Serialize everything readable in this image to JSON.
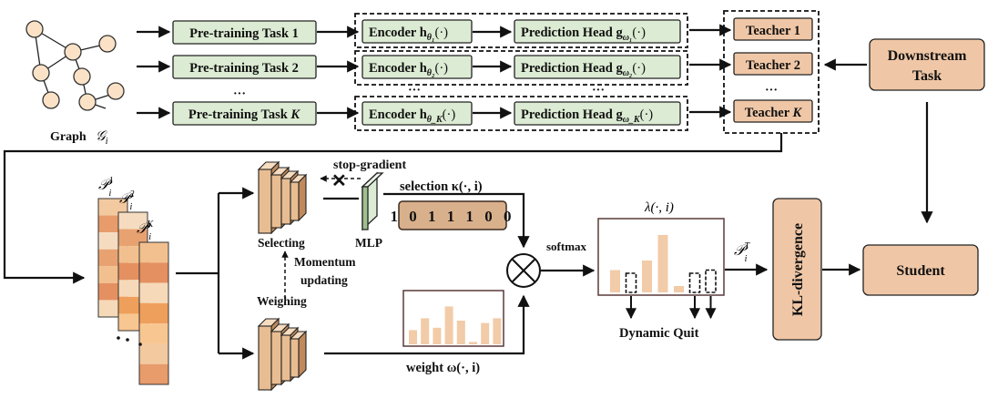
{
  "graph": {
    "label": "Graph",
    "symbol": "𝒢",
    "sub": "i"
  },
  "tasks": [
    {
      "label": "Pre-training Task 1"
    },
    {
      "label": "Pre-training Task 2"
    },
    {
      "label": "Pre-training Task ",
      "italic": "K"
    }
  ],
  "encoders": [
    "Encoder h",
    "Encoder h",
    "Encoder h"
  ],
  "encoder_subs": [
    "θ₁",
    "θ₂",
    "θ_K"
  ],
  "encoder_args": "(·)",
  "heads": [
    "Prediction Head g",
    "Prediction Head g",
    "Prediction Head g"
  ],
  "head_subs": [
    "ω₁",
    "ω₂",
    "ω_K"
  ],
  "teachers": [
    {
      "label": "Teacher 1"
    },
    {
      "label": "Teacher 2"
    },
    {
      "label": "Teacher ",
      "italic": "K"
    }
  ],
  "ellipsis": "···",
  "downstream": {
    "line1": "Downstream",
    "line2": "Task"
  },
  "student": "Student",
  "kl": "KL-divergence",
  "stop_gradient": "stop-gradient",
  "selection": "selection κ(·, i)",
  "binary": [
    "1",
    "0",
    "1",
    "1",
    "1",
    "0",
    "0"
  ],
  "selecting": "Selecting",
  "mlp": "MLP",
  "momentum": [
    "Momentum",
    "updating"
  ],
  "weighing": "Weighing",
  "softmax": "softmax",
  "lambda": "λ(·, i)",
  "dynamic_quit": "Dynamic Quit",
  "weight": "weight ω(·, i)",
  "pt": {
    "base": "𝒫",
    "sup": "T",
    "sub": "i"
  },
  "p_labels": [
    {
      "base": "𝒫",
      "sup": "1",
      "sub": "i"
    },
    {
      "base": "𝒫",
      "sup": "2",
      "sub": "i"
    },
    {
      "base": "𝒫",
      "sup": "K",
      "sub": "i"
    }
  ],
  "colors": {
    "green": "#dcebd3",
    "tan": "#f0c7a6",
    "bar": "#f2cba8",
    "stripes": [
      "#f3c9a0",
      "#e89b6b",
      "#f5dcc0",
      "#e8a271",
      "#f2c08f",
      "#e59060",
      "#f6d9b8",
      "#ef9f5c",
      "#f8c690"
    ]
  },
  "weight_bars": [
    0.3,
    0.55,
    0.35,
    0.8,
    0.5,
    0.05,
    0.45,
    0.55
  ],
  "lambda_bars": [
    {
      "v": 0.35,
      "solid": true
    },
    {
      "v": 0.3,
      "solid": false
    },
    {
      "v": 0.5,
      "solid": true
    },
    {
      "v": 0.9,
      "solid": true
    },
    {
      "v": 0.1,
      "solid": true
    },
    {
      "v": 0.3,
      "solid": false
    },
    {
      "v": 0.35,
      "solid": false
    }
  ]
}
